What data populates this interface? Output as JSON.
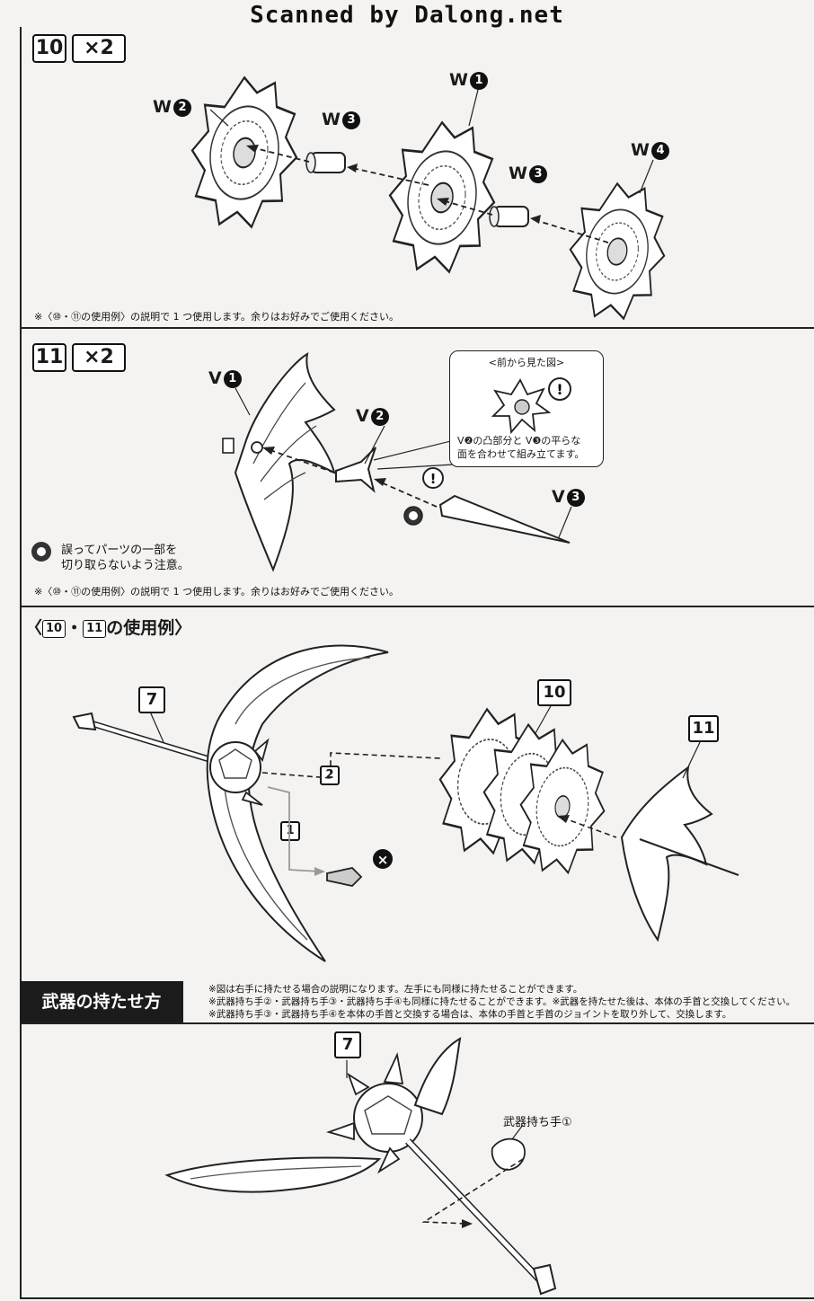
{
  "header": {
    "scan_credit": "Scanned by Dalong.net"
  },
  "step10": {
    "number": "10",
    "qty": "×2",
    "parts": {
      "w1": "W",
      "w2": "W",
      "w3a": "W",
      "w3b": "W",
      "w4": "W"
    },
    "part_nums": {
      "w1": "1",
      "w2": "2",
      "w3": "3",
      "w4": "4"
    },
    "note": "※〈⑩・⑪の使用例〉の説明で 1 つ使用します。余りはお好みでご使用ください。"
  },
  "step11": {
    "number": "11",
    "qty": "×2",
    "parts": {
      "v1": "V",
      "v2": "V",
      "v3": "V"
    },
    "part_nums": {
      "v1": "1",
      "v2": "2",
      "v3": "3"
    },
    "callout_title": "<前から見た図>",
    "callout_text_1": "V❷の凸部分と V❸の平らな",
    "callout_text_2": "面を合わせて組み立てます。",
    "warning_1": "誤ってパーツの一部を",
    "warning_2": "切り取らないよう注意。",
    "note": "※〈⑩・⑪の使用例〉の説明で 1 つ使用します。余りはお好みでご使用ください。"
  },
  "usage": {
    "title_prefix": "〈",
    "title_n1": "10",
    "title_dot": "・",
    "title_n2": "11",
    "title_suffix": "の使用例〉",
    "tag7": "7",
    "tag10": "10",
    "tag11": "11",
    "step1": "1",
    "step2": "2"
  },
  "holding": {
    "title": "武器の持たせ方",
    "note1": "※図は右手に持たせる場合の説明になります。左手にも同様に持たせることができます。",
    "note2": "※武器持ち手②・武器持ち手③・武器持ち手④も同様に持たせることができます。※武器を持たせた後は、本体の手首と交換してください。",
    "note3": "※武器持ち手③・武器持ち手④を本体の手首と交換する場合は、本体の手首と手首のジョイントを取り外して、交換します。",
    "tag7": "7",
    "hand_label": "武器持ち手①"
  }
}
